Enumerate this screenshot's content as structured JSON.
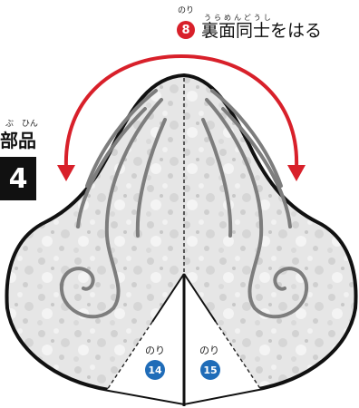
{
  "top_instruction": {
    "glue_ruby": "のり",
    "glue_number": "8",
    "text_ruby": "うらめんどうし",
    "text": "裏面同士をはる"
  },
  "part": {
    "ruby": "ぶ ひん",
    "label": "部品",
    "number": "4"
  },
  "glue_left": {
    "ruby": "のり",
    "number": "14"
  },
  "glue_right": {
    "ruby": "のり",
    "number": "15"
  },
  "colors": {
    "arrow": "#d8202a",
    "glue_top": "#d8202a",
    "glue_bottom": "#1f6cb8",
    "paper": "#e4e4e4"
  }
}
